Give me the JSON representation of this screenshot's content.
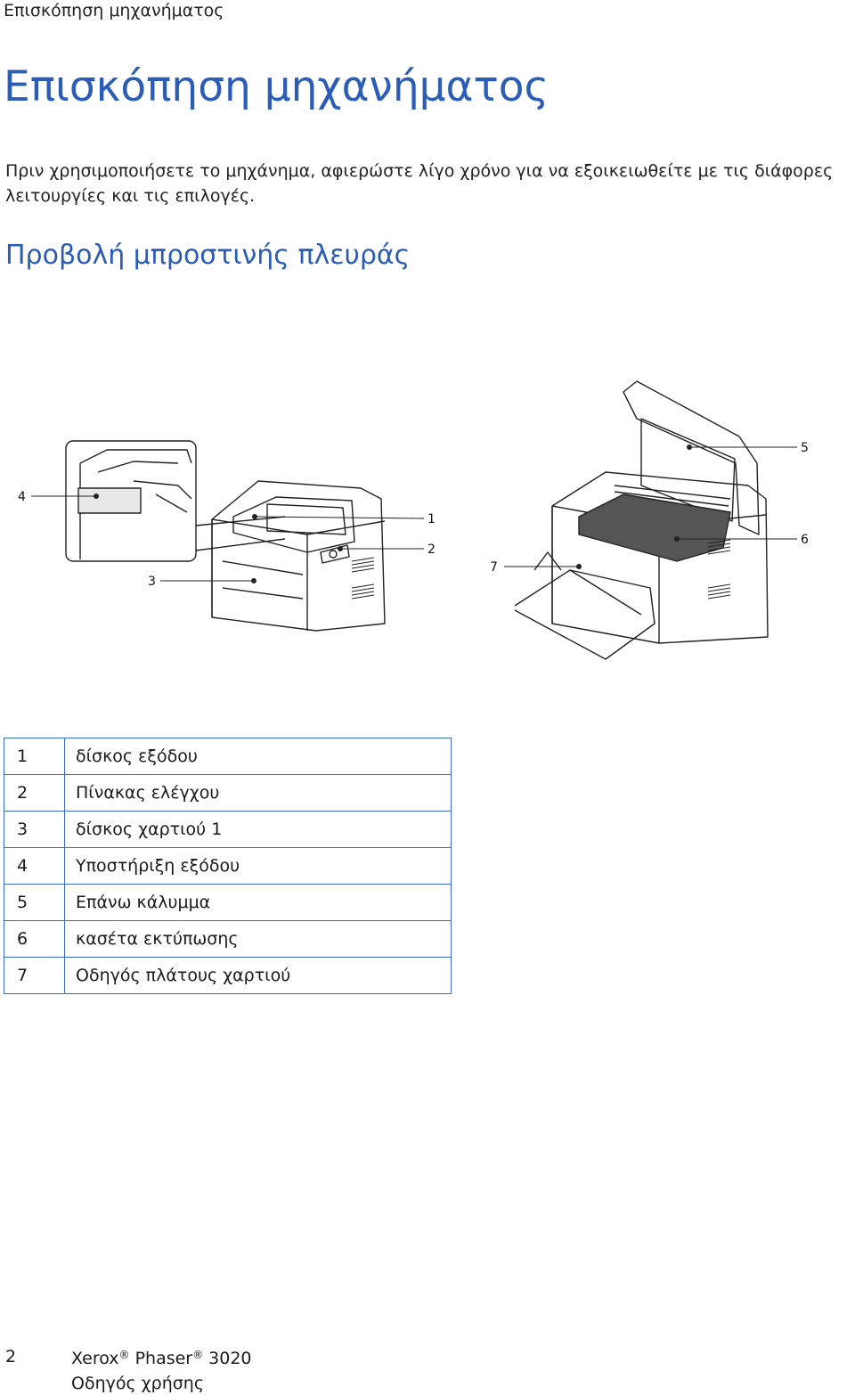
{
  "header": {
    "running_title": "Επισκόπηση μηχανήματος"
  },
  "page": {
    "title": "Επισκόπηση μηχανήματος",
    "intro": "Πριν χρησιμοποιήσετε το μηχάνημα, αφιερώστε λίγο χρόνο για να εξοικειωθείτε με τις διάφορες λειτουργίες και τις επιλογές.",
    "section_title": "Προβολή μπροστινής πλευράς"
  },
  "figure": {
    "callouts": [
      "1",
      "2",
      "3",
      "4",
      "5",
      "6",
      "7"
    ]
  },
  "legend": [
    {
      "num": "1",
      "label": "δίσκος εξόδου"
    },
    {
      "num": "2",
      "label": "Πίνακας ελέγχου"
    },
    {
      "num": "3",
      "label": "δίσκος χαρτιού 1"
    },
    {
      "num": "4",
      "label": "Υποστήριξη εξόδου"
    },
    {
      "num": "5",
      "label": "Επάνω κάλυμμα"
    },
    {
      "num": "6",
      "label": "κασέτα εκτύπωσης"
    },
    {
      "num": "7",
      "label": "Οδηγός πλάτους χαρτιού"
    }
  ],
  "footer": {
    "page_number": "2",
    "brand": "Xerox",
    "product": "Phaser",
    "model": "3020",
    "registered_mark": "®",
    "doc_title": "Οδηγός χρήσης"
  },
  "colors": {
    "heading": "#2a5cb8",
    "table_border": "#3a6fb7",
    "text": "#1a1a1a"
  }
}
